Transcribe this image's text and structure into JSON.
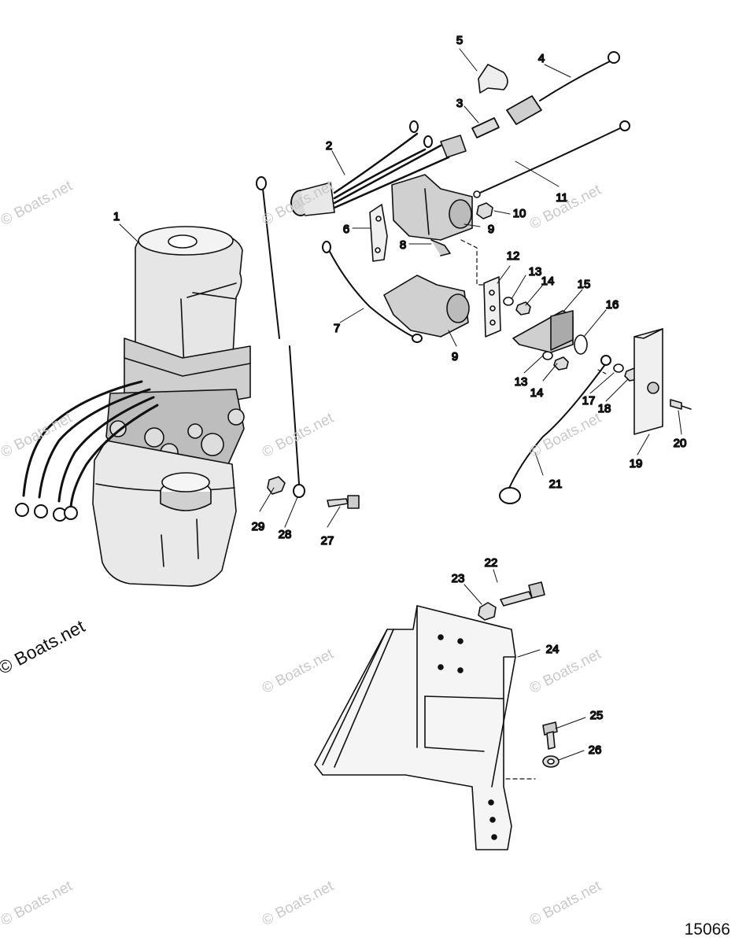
{
  "watermark": {
    "text": "© Boats.net"
  },
  "drawing_number": "15066",
  "callouts": [
    "1",
    "2",
    "3",
    "4",
    "5",
    "6",
    "7",
    "8",
    "9",
    "9",
    "10",
    "11",
    "12",
    "13",
    "13",
    "14",
    "14",
    "15",
    "16",
    "17",
    "18",
    "19",
    "20",
    "21",
    "22",
    "23",
    "24",
    "25",
    "26",
    "27",
    "28",
    "29"
  ]
}
